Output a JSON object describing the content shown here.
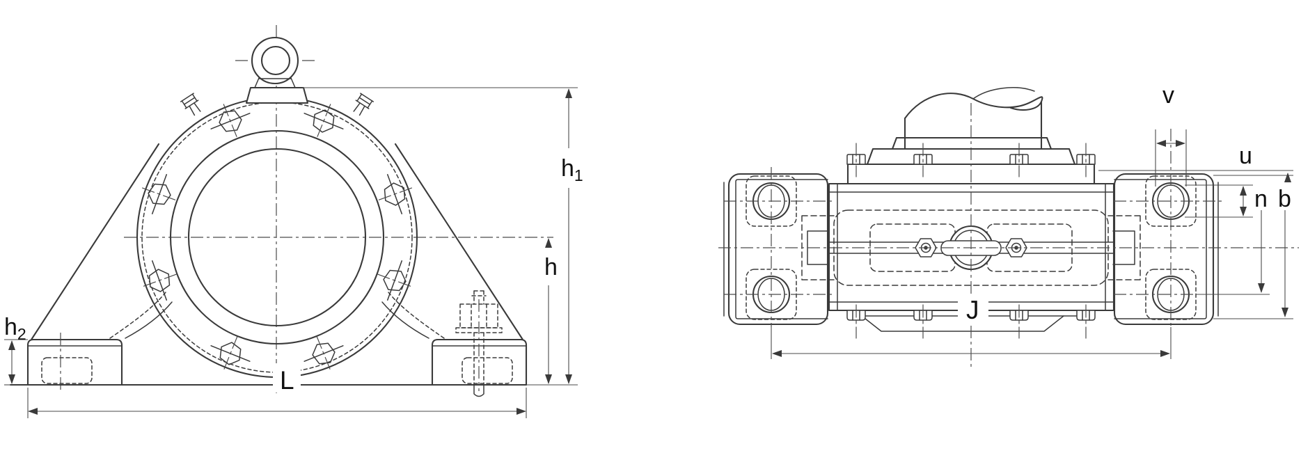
{
  "figure": {
    "kind": "technical-drawing",
    "subject": "plummer block bearing housing, front view and plan view"
  },
  "colors": {
    "line": "#3a3a3a",
    "thin_line": "#4a4a4a",
    "label": "#101010",
    "background": "#ffffff"
  },
  "front_view": {
    "dim_labels": {
      "h1": {
        "base": "h",
        "sub": "1"
      },
      "h": {
        "base": "h"
      },
      "h2": {
        "base": "h",
        "sub": "2"
      },
      "L": {
        "base": "L"
      }
    }
  },
  "plan_view": {
    "dim_labels": {
      "v": "v",
      "u": "u",
      "n": "n",
      "b": "b",
      "J": "J"
    }
  }
}
